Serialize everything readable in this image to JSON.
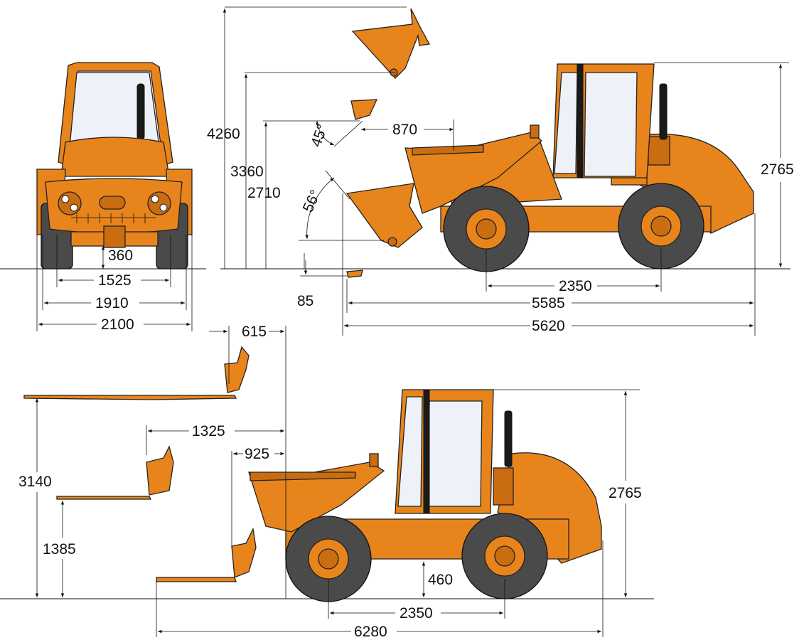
{
  "colors": {
    "machine_orange": "#e8841c",
    "shade_orange": "#c96d10",
    "tyre": "#4a4a4a",
    "glass": "#eef2f8",
    "line": "#111111"
  },
  "front_view": {
    "ground_clearance": "360",
    "track_width": "1525",
    "tyre_width_outer": "1910",
    "overall_width": "2100"
  },
  "bucket_view": {
    "max_pin_height": "4260",
    "max_dump_height_pin": "3360",
    "dump_height": "2710",
    "dump_angle": "45°",
    "dump_reach": "870",
    "rollback_angle": "56°",
    "dig_depth": "85",
    "cab_height": "2765",
    "wheelbase": "2350",
    "length_a": "5585",
    "length_b": "5620"
  },
  "fork_view": {
    "fork_top_offset": "615",
    "max_fork_height": "3140",
    "mid_reach": "1325",
    "mid_height": "1385",
    "low_reach": "925",
    "ground_clearance": "460",
    "cab_height": "2765",
    "wheelbase": "2350",
    "overall_length": "6280"
  }
}
